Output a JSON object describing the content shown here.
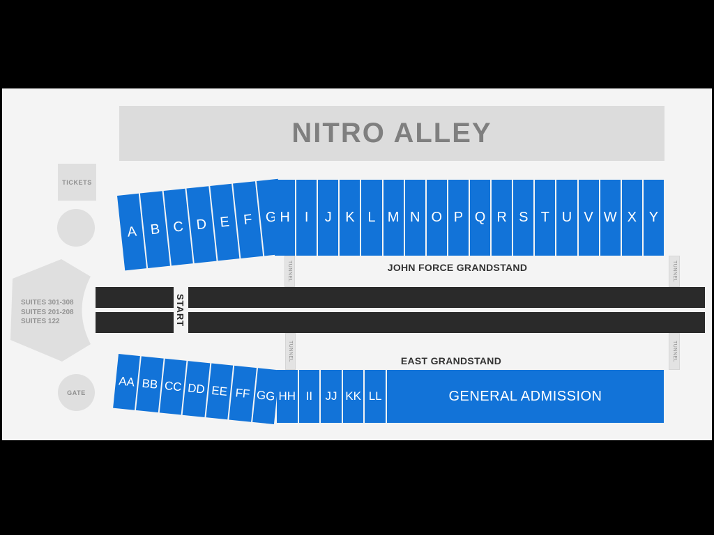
{
  "banner": {
    "title": "NITRO ALLEY"
  },
  "facilities": {
    "tickets": "TICKETS",
    "gate": "GATE",
    "suites": [
      "SUITES 301-308",
      "SUITES 201-208",
      "SUITES 122"
    ]
  },
  "track": {
    "start_label": "START",
    "tunnel_label": "TUNNEL"
  },
  "grandstands": {
    "john_force": {
      "label": "JOHN FORCE GRANDSTAND",
      "slanted_sections": [
        "A",
        "B",
        "C",
        "D",
        "E",
        "F",
        "G"
      ],
      "straight_sections": [
        "H",
        "I",
        "J",
        "K",
        "L",
        "M",
        "N",
        "O",
        "P",
        "Q",
        "R",
        "S",
        "T",
        "U",
        "V",
        "W",
        "X",
        "Y"
      ]
    },
    "east": {
      "label": "EAST GRANDSTAND",
      "slanted_sections": [
        "AA",
        "BB",
        "CC",
        "DD",
        "EE",
        "FF",
        "GG"
      ],
      "straight_sections": [
        "HH",
        "II",
        "JJ",
        "KK",
        "LL"
      ],
      "general_admission_label": "GENERAL ADMISSION"
    }
  },
  "colors": {
    "section_blue": "#1273d8",
    "track_dark": "#2a2a2a",
    "map_background": "#f4f4f4",
    "banner_gray": "#dcdcdc",
    "facility_gray": "#dfdfdf",
    "muted_text": "#8f8f8f",
    "frame": "#000000"
  }
}
